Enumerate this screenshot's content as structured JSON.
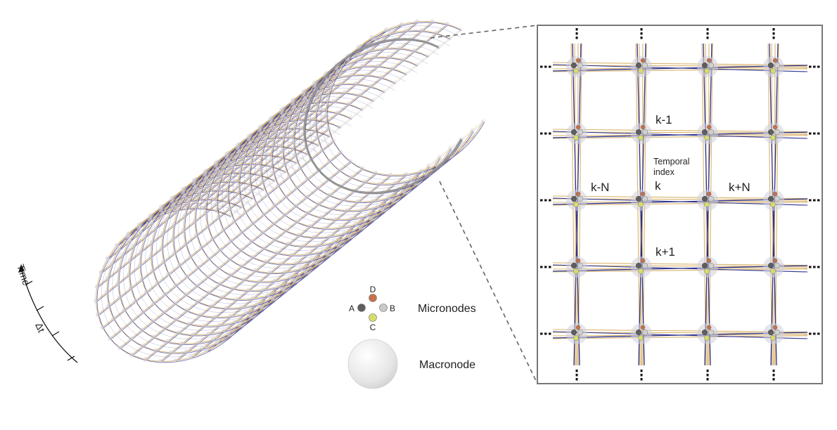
{
  "time_axis": {
    "label": "Time",
    "step_label": "Δt"
  },
  "legend": {
    "micronodes": {
      "label": "Micronodes",
      "nodes": [
        {
          "letter": "D",
          "color": "#c8714a"
        },
        {
          "letter": "A",
          "color": "#5e5e5e"
        },
        {
          "letter": "B",
          "color": "#c9c9c9"
        },
        {
          "letter": "C",
          "color": "#d8dc6a"
        }
      ]
    },
    "macronode": {
      "label": "Macronode"
    }
  },
  "zoom": {
    "labels": {
      "up": "k-1",
      "center_top": "Temporal",
      "center_bottom": "index",
      "center": "k",
      "left": "k-N",
      "right": "k+N",
      "down": "k+1"
    }
  },
  "colors": {
    "blue": "#2c3290",
    "tan": "#d9b46e",
    "box": "#777777",
    "macro": "#d0d0dc"
  }
}
